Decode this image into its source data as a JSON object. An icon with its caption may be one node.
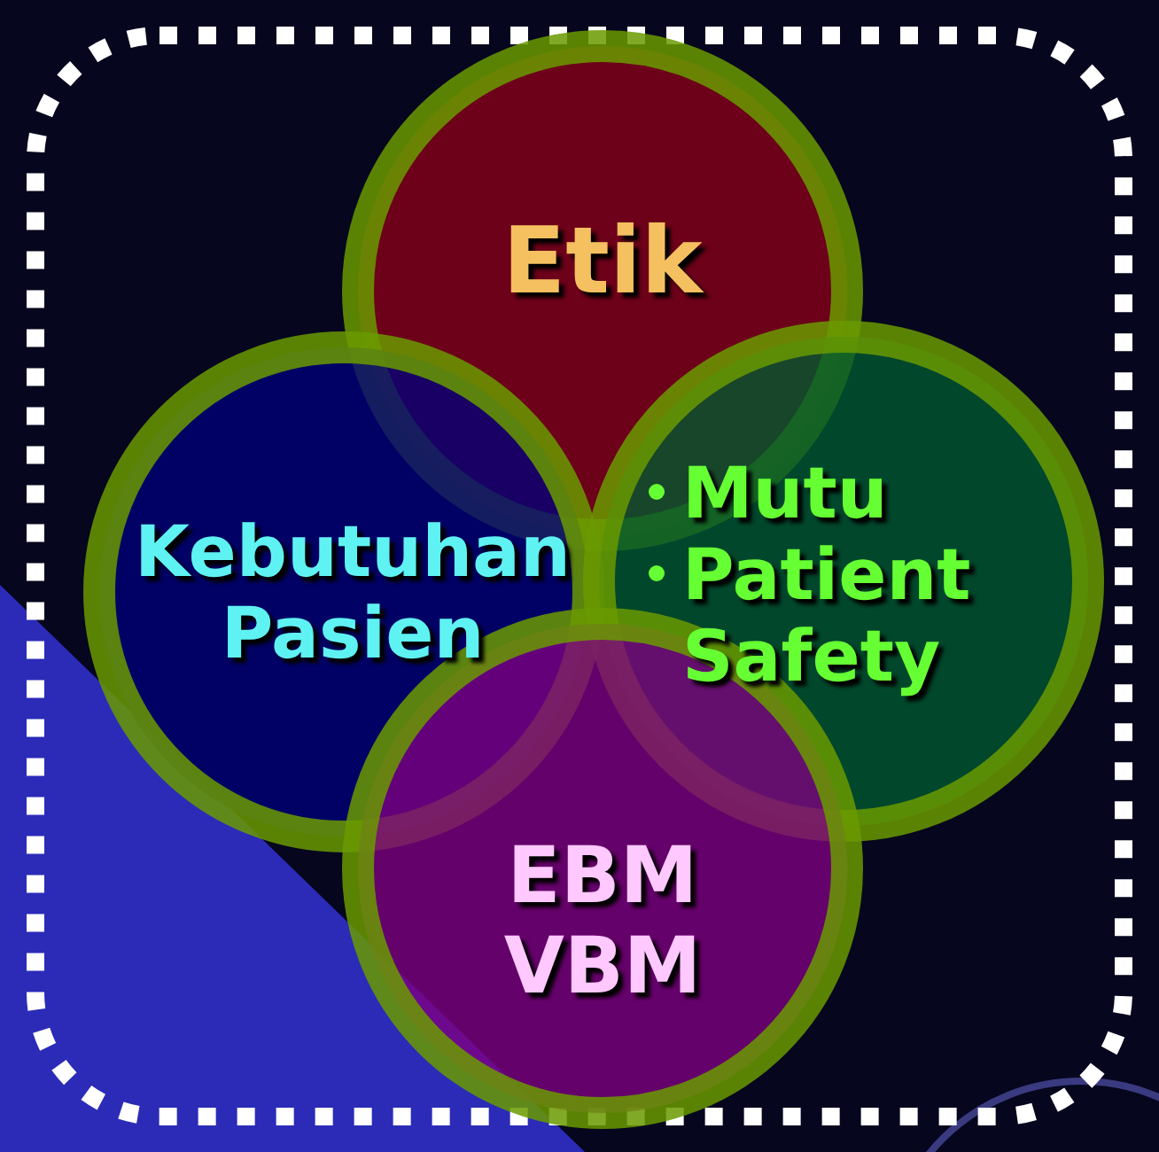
{
  "diagram": {
    "nodes": [
      {
        "text": [
          "Etik"
        ]
      },
      {
        "text": [
          "Kebutuhan Pasien"
        ]
      },
      {
        "text": [
          "Mutu",
          "Patient Safety"
        ]
      },
      {
        "text": [
          "EBM",
          "VBM"
        ]
      }
    ]
  }
}
